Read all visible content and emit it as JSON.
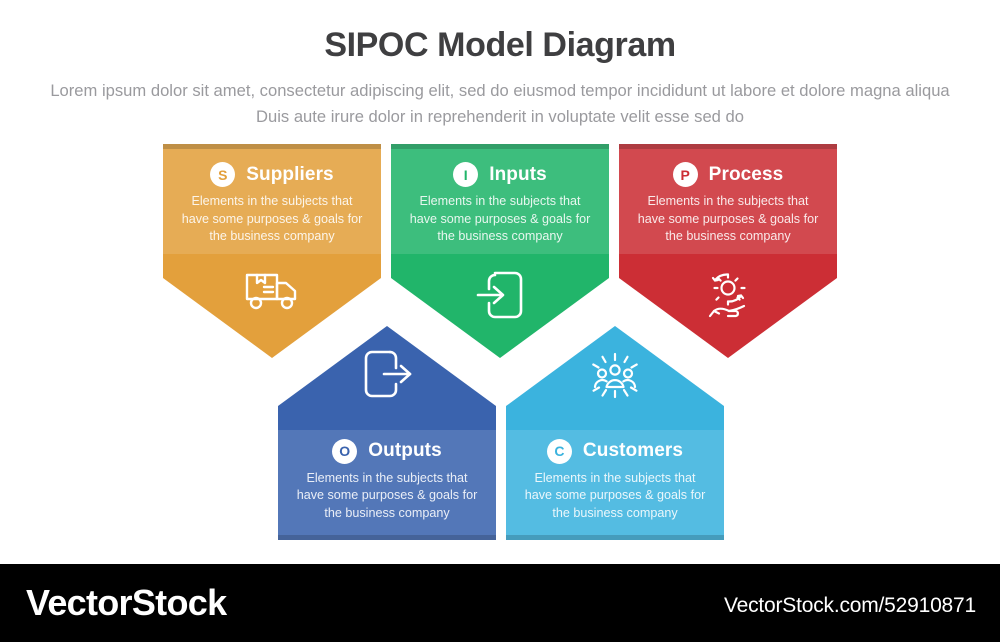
{
  "header": {
    "title": "SIPOC Model Diagram",
    "subtitle": "Lorem ipsum dolor sit amet, consectetur adipiscing elit, sed do eiusmod tempor incididunt ut labore et dolore magna aliqua Duis aute irure dolor in reprehenderit in voluptate velit esse sed do"
  },
  "diagram": {
    "type": "sipoc",
    "description_text": "Elements in the subjects that have  some purposes & goals for the  business company",
    "cards": [
      {
        "key": "suppliers",
        "letter": "S",
        "label": "Suppliers",
        "description": "Elements in the subjects that have  some purposes & goals for the  business company",
        "color": "#E3A03C",
        "badge_text_color": "#E3A03C",
        "icon": "delivery-truck-icon",
        "direction": "down",
        "row": "top",
        "column": 1
      },
      {
        "key": "inputs",
        "letter": "I",
        "label": "Inputs",
        "description": "Elements in the subjects that have  some purposes & goals for the  business company",
        "color": "#21B56A",
        "badge_text_color": "#21B56A",
        "icon": "arrow-into-box-icon",
        "direction": "down",
        "row": "top",
        "column": 2
      },
      {
        "key": "process",
        "letter": "P",
        "label": "Process",
        "description": "Elements in the subjects that have  some purposes & goals for the  business company",
        "color": "#CC2E35",
        "badge_text_color": "#CC2E35",
        "icon": "gear-in-hand-icon",
        "direction": "down",
        "row": "top",
        "column": 3
      },
      {
        "key": "outputs",
        "letter": "O",
        "label": "Outputs",
        "description": "Elements in the subjects that have  some purposes & goals for the  business company",
        "color": "#3A63AE",
        "badge_text_color": "#3A63AE",
        "icon": "arrow-out-of-box-icon",
        "direction": "up",
        "row": "bottom",
        "column": 1
      },
      {
        "key": "customers",
        "letter": "C",
        "label": "Customers",
        "description": "Elements in the subjects that have  some purposes & goals for the  business company",
        "color": "#3BB3DE",
        "badge_text_color": "#3BB3DE",
        "icon": "people-group-icon",
        "direction": "up",
        "row": "bottom",
        "column": 2
      }
    ]
  },
  "footer": {
    "brand": "VectorStock",
    "source": "VectorStock.com/52910871",
    "background": "#000000"
  }
}
